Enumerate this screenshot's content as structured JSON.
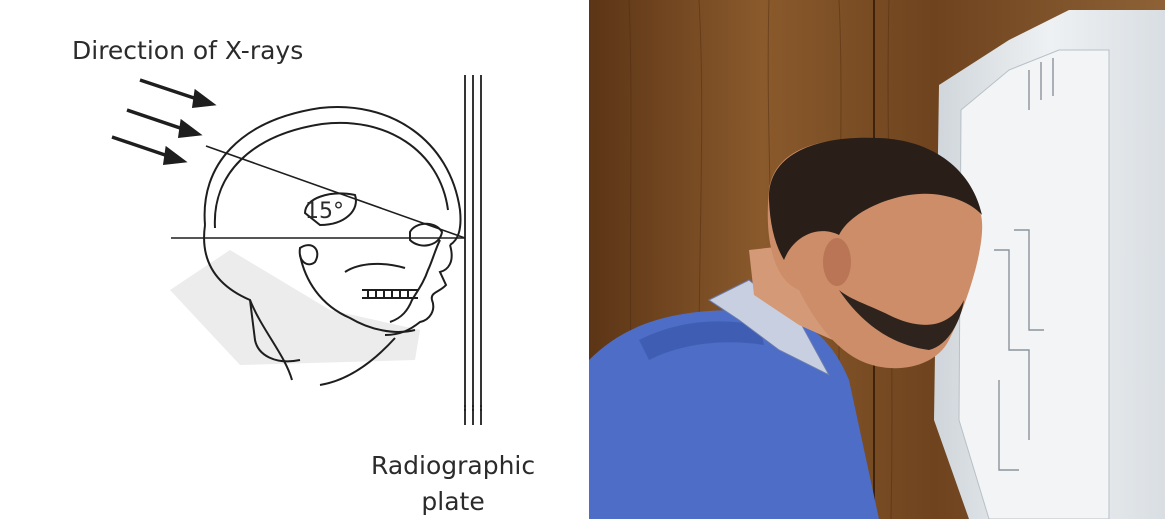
{
  "diagram": {
    "direction_label": "Direction of X-rays",
    "angle_label": "15°",
    "plate_label_line1": "Radiographic",
    "plate_label_line2": "plate"
  },
  "colors": {
    "line": "#1e1e1e",
    "shadow": "#e9e9e9",
    "wood": "#7a4a22",
    "gown": "#4d6dc6",
    "machine": "#e6eaee"
  }
}
